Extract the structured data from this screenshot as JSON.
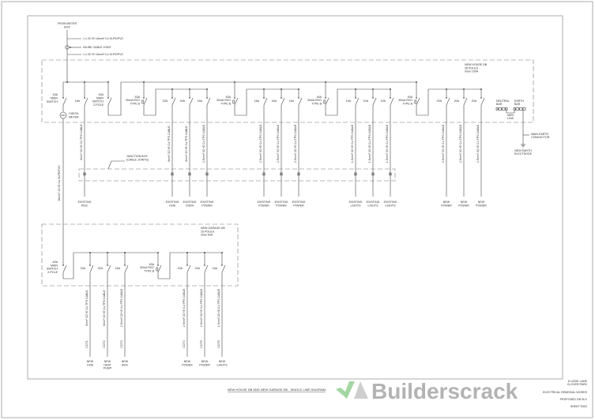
{
  "incoming": {
    "source": [
      "FROM METER",
      "BOX"
    ],
    "cable_1": "1 x 2C+E 16mm² Cu XLPE/PVC",
    "joint": "INLINE CABLE JOINT",
    "cable_2": "1 x 2C+E 16mm² Cu XLPE/PVC"
  },
  "house_db": {
    "title": [
      "NEW HOUSE DB",
      "36 POLES",
      "Imax 100A"
    ],
    "main_switch": [
      "63A",
      "MAIN",
      "SWITCH"
    ],
    "check_meter": [
      "CHECK",
      "METER"
    ],
    "check_meter_symbol": "kWh",
    "wsc": {
      "rating": "16A",
      "cable": "6mm² 2C+E Cu TPS CABLE",
      "load": [
        "EXISTING",
        "WSC"
      ]
    },
    "main_switch_2": [
      "63A",
      "MAIN",
      "SWITCH",
      "2-POLE"
    ],
    "rcds": [
      {
        "label": [
          "63A",
          "30mA RCD",
          "TYPE B"
        ],
        "circuits": [
          {
            "rating": "20A",
            "cable": "6mm² 2C+E Cu TPS CABLE",
            "load": [
              "EXISTING",
              "HOB"
            ]
          },
          {
            "rating": "20A",
            "cable": "6mm² 2C+E Cu TPS CABLE",
            "load": [
              "EXISTING",
              "OVEN"
            ]
          },
          {
            "rating": "16A",
            "cable": "2.5mm² 2C+E Cu TPS CABLE",
            "load": [
              "EXISTING",
              "POWER"
            ]
          }
        ]
      },
      {
        "label": [
          "63A",
          "30mA RCD",
          "TYPE B"
        ],
        "circuits": [
          {
            "rating": "16A",
            "cable": "2.5mm² 2C+E Cu TPS CABLE",
            "load": [
              "EXISTING",
              "POWER"
            ]
          },
          {
            "rating": "16A",
            "cable": "2.5mm² 2C+E Cu TPS CABLE",
            "load": [
              "EXISTING",
              "POWER"
            ]
          },
          {
            "rating": "16A",
            "cable": "2.5mm² 2C+E Cu TPS CABLE",
            "load": [
              "EXISTING",
              "POWER"
            ]
          }
        ]
      },
      {
        "label": [
          "40A",
          "30mA RCD",
          "TYPE B"
        ],
        "circuits": [
          {
            "rating": "10A",
            "cable": "1.5mm² 2C+E Cu TPS CABLE",
            "load": [
              "EXISTING",
              "LIGHTS"
            ]
          },
          {
            "rating": "10A",
            "cable": "1.5mm² 2C+E Cu TPS CABLE",
            "load": [
              "EXISTING",
              "LIGHTS"
            ]
          },
          {
            "rating": "10A",
            "cable": "1.5mm² 2C+E Cu TPS CABLE",
            "load": [
              "EXISTING",
              "LIGHTS"
            ]
          }
        ]
      },
      {
        "label": [
          "40A",
          "30mA RCD",
          "TYPE B"
        ],
        "circuits": [
          {
            "rating": "20A",
            "cable": "2.5mm² 2C+E Cu TPS CABLE",
            "load": [
              "NEW",
              "POWER"
            ]
          },
          {
            "rating": "20A",
            "cable": "2.5mm² 2C+E Cu TPS CABLE",
            "load": [
              "NEW",
              "POWER"
            ]
          },
          {
            "rating": "20A",
            "cable": "2.5mm² 2C+E Cu TPS CABLE",
            "load": [
              "NEW",
              "POWER"
            ]
          }
        ]
      }
    ],
    "neutral_bar": [
      "NEUTRAL",
      "BAR"
    ],
    "earth_bar": [
      "EARTH",
      "BAR"
    ],
    "men_link": [
      "MEN",
      "LINK"
    ],
    "main_earth": [
      "MAIN EARTH",
      "CONDUCTOR"
    ],
    "earth_electrode": [
      "NEW EARTH",
      "ELECTRODE"
    ]
  },
  "junction_box": [
    "JUNCTION BOX",
    "(CABLE JOINTS)"
  ],
  "garage_feed_cable": "16mm² 2C+E Cu XLPE/PVC",
  "garage_db": {
    "title": [
      "NEW GARAGE DB",
      "16 POLES",
      "Imax 63A"
    ],
    "main_switch": [
      "63A",
      "MAIN",
      "SWITCH",
      "2-POLE"
    ],
    "groups": [
      {
        "label": null,
        "circuits": [
          {
            "rating": "20A",
            "cable": "6mm² 2C+E Cu TPS CABLE",
            "cct": "CCT1",
            "load": [
              "NEW",
              "HOB"
            ]
          },
          {
            "rating": "32A",
            "cable": "6mm² 2C+E Cu TPS CABLE",
            "cct": "CCT2",
            "load": [
              "NEW",
              "HEAT",
              "PUMP"
            ]
          },
          {
            "rating": "16A",
            "cable": "2.5mm² 2C+E Cu TPS CABLE",
            "cct": "CCT3",
            "load": [
              "NEW",
              "HWC"
            ]
          }
        ]
      },
      {
        "label": [
          "63A",
          "30mA RCD",
          "TYPE B"
        ],
        "circuits": [
          {
            "rating": "20A",
            "cable": "2.5mm² 2C+E Cu TPS CABLE",
            "cct": "CCT4",
            "load": [
              "NEW",
              "POWER"
            ]
          },
          {
            "rating": "20A",
            "cable": "2.5mm² 2C+E Cu TPS CABLE",
            "cct": "CCT5",
            "load": [
              "NEW",
              "POWER"
            ]
          },
          {
            "rating": "16A",
            "cable": "1.5mm² 2C+E Cu TPS CABLE",
            "cct": "CCT6",
            "load": [
              "NEW",
              "LIGHTS"
            ]
          }
        ]
      }
    ]
  },
  "footer": {
    "drawing_title": "NEW HOUSE DB AND NEW GARAGE DB - SINGLE LINE DIAGRAM",
    "address": [
      "8 LIZZIE LANE",
      "CLOVER PARK"
    ],
    "project": "ELECTRICAL REMEDIAL WORKS",
    "sheet_title": "PROPOSED DB SLD",
    "sheet_no": "SHEET E002",
    "watermark": "Builderscrack"
  },
  "colors": {
    "line": "#444444",
    "watermark_green": "#7cc47a",
    "watermark_text": "#9a9a9a"
  }
}
